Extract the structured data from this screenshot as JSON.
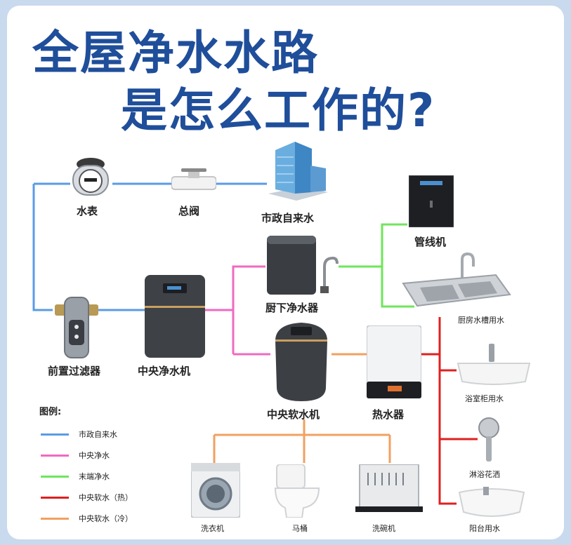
{
  "title": {
    "line1": "全屋净水水路",
    "line2": "是怎么工作的?"
  },
  "nodes": {
    "water_meter": "水表",
    "main_valve": "总阀",
    "municipal": "市政自来水",
    "prefilter": "前置过滤器",
    "central_purifier": "中央净水机",
    "under_sink": "厨下净水器",
    "pipeline_machine": "管线机",
    "kitchen_sink": "厨房水槽用水",
    "central_softener": "中央软水机",
    "water_heater": "热水器",
    "bathroom_cabinet": "浴室柜用水",
    "shower": "淋浴花洒",
    "washer": "洗衣机",
    "toilet": "马桶",
    "dishwasher": "洗碗机",
    "balcony": "阳台用水"
  },
  "legend": {
    "title": "图例:",
    "items": [
      {
        "label": "市政自来水",
        "color": "#5a9be6"
      },
      {
        "label": "中央净水",
        "color": "#f06ac0"
      },
      {
        "label": "末端净水",
        "color": "#6ee65a"
      },
      {
        "label": "中央软水（热）",
        "color": "#e02020"
      },
      {
        "label": "中央软水（冷）",
        "color": "#f2a060"
      }
    ]
  },
  "colors": {
    "title": "#1f4e9a",
    "municipal": "#5a9be6",
    "purified": "#f06ac0",
    "terminal": "#6ee65a",
    "soft_hot": "#e02020",
    "soft_cold": "#f2a060"
  }
}
